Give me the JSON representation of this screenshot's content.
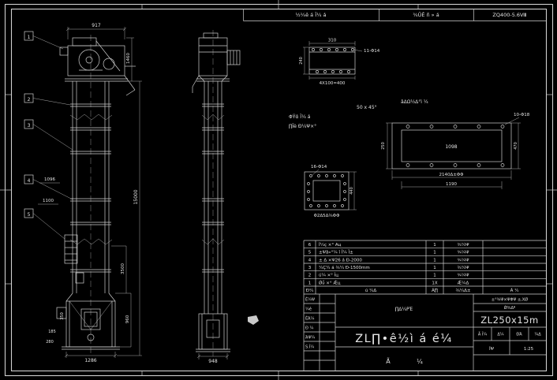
{
  "top_strip": {
    "cells": [
      "½¼ê á Î¼ á",
      "¾ÛÊ ñ » á",
      "ZQ400-5.6Ⅷ"
    ]
  },
  "front_view": {
    "balloons": [
      "1",
      "2",
      "3",
      "4",
      "5"
    ],
    "dim_top_width": "917",
    "dim_head_height": "1460",
    "dim_total_height": "15000",
    "dim_mid_height": "3500",
    "dim_boot_height": "960",
    "dim_left_a": "1096",
    "dim_left_b": "1100",
    "dim_boot_side": "350",
    "dim_boot_left_a": "185",
    "dim_boot_left_b": "280",
    "dim_base_width": "1286"
  },
  "side_view": {
    "dim_base_width": "948"
  },
  "detail_a": {
    "dim_top": "310",
    "dim_left": "240",
    "label_holes": "11-Φ14",
    "dim_bottom": "4X100=400"
  },
  "notes": {
    "line1": "ΦΫά Î¼ á",
    "line2": "∏Îè Ð¼Ψ×°",
    "chamfer": "50 x 45°"
  },
  "detail_b": {
    "title": "âΔΩ½Δ°ì ¼",
    "label_holes": "10-Φ18",
    "inner_dim": "1098",
    "dim_right": "470",
    "dim_left": "250",
    "dim_bottom_outer": "2140Δ±ΦΦ",
    "dim_bottom_inner": "1190"
  },
  "detail_c": {
    "label_holes": "16-Φ14",
    "dim_right": "440",
    "dim_bottom": "Φ2Δ5Δ¾ΦΦ"
  },
  "parts_table": {
    "header": {
      "no": "Ð¼",
      "name": "ú ¼Δ",
      "qty": "Ã∏",
      "material": "¾¼Δ±",
      "note": "Ã ¼"
    },
    "rows": [
      {
        "no": "6",
        "name": "Ĭ¼ç ×° Ац",
        "qty": "1",
        "material": "¾¼Ψ",
        "note": ""
      },
      {
        "no": "5",
        "name": "±Ψâ»°¼ î Î¼ Ϊ±",
        "qty": "1",
        "material": "¾¼Ψ",
        "note": ""
      },
      {
        "no": "4",
        "name": "± Δ ×Ψ26 á Ð-2000",
        "qty": "1",
        "material": "¾¼Ψ",
        "note": ""
      },
      {
        "no": "3",
        "name": "¼Ç¼ á ¾¼ Ð-1500mm",
        "qty": "1",
        "material": "¾¼Ψ",
        "note": ""
      },
      {
        "no": "2",
        "name": "ú¼ ×° Ĭц",
        "qty": "1",
        "material": "¾¼Ψ",
        "note": ""
      },
      {
        "no": "1",
        "name": "Ǿΰ ×° Ǽц",
        "qty": "1X",
        "material": "Ǽ¼Δ",
        "note": ""
      }
    ]
  },
  "title_block": {
    "sig_rows": [
      "É¼Ψ",
      "¼ê",
      "ÉΆ¼",
      "Ð ¼",
      "ΆΨ¼",
      "S.Ĭ¼"
    ],
    "mid_top_note": "∏Δ¼ΡΈ",
    "drawing_title": "ZL∏•ê½ì á é¼",
    "sheet_note_left": "Ã",
    "sheet_note_right": "¼",
    "right_note1": "±°¾Ψ×ΨΦΨ ±,XØ",
    "right_note2": "Ǿ¾Δº",
    "model": "ZL250x15m",
    "info_cells": [
      "Ä Ĭ¼",
      "Δ¼",
      "ÐΆ",
      "¼Δ"
    ],
    "scale_label": "ĬΨ",
    "scale_value": "1:25"
  }
}
